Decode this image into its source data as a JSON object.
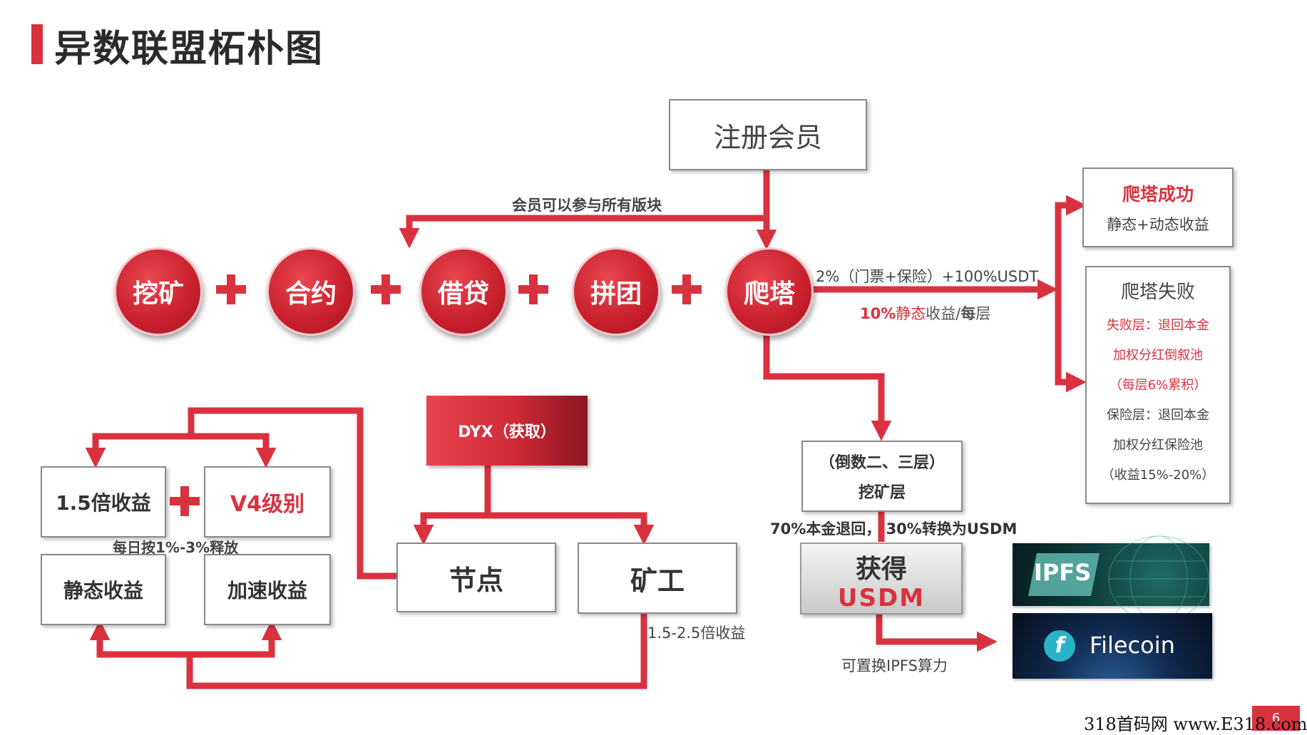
{
  "title": "异数联盟柘朴图",
  "register": "注册会员",
  "member_note": "会员可以参与所有版块",
  "modules": [
    "挖矿",
    "合约",
    "借贷",
    "拼团",
    "爬塔"
  ],
  "climb_fee": "2%（门票+保险）+100%USDT",
  "climb_static_pct": "10%",
  "climb_static_word": "静态",
  "climb_static_rest": "收益/",
  "climb_static_every": "每",
  "climb_static_layer": "层",
  "success": {
    "title": "爬塔成功",
    "body": "静态+动态收益"
  },
  "failure": {
    "title": "爬塔失败",
    "line1": "失败层：退回本金",
    "line2": "加权分红倒叙池",
    "line3": "（每层6%累积）",
    "line4": "保险层：退回本金",
    "line5": "加权分红保险池",
    "line6": "（收益15%-20%）"
  },
  "mining_layer": {
    "line1": "（倒数二、三层）",
    "line2": "挖矿层"
  },
  "refund_note": "70%本金退回，  30%转换为USDM",
  "usdm": {
    "line1": "获得",
    "line2": "USDM"
  },
  "ipfs_note": "可置换IPFS算力",
  "logos": {
    "ipfs": "IPFS",
    "filecoin": "Filecoin",
    "filecoin_symbol": "f"
  },
  "dyx": "DYX（获取）",
  "node": "节点",
  "miner": "矿工",
  "miner_note": "1.5-2.5倍收益",
  "bonus_15": "1.5倍收益",
  "v4": "V4级别",
  "daily_release": "每日按1%-3%释放",
  "static_income": "静态收益",
  "speed_income": "加速收益",
  "watermark": "318首码网  www.E318.com",
  "page_number": "6",
  "colors": {
    "accent": "#d9323f",
    "dark_red": "#c81f2d",
    "text": "#333333"
  }
}
